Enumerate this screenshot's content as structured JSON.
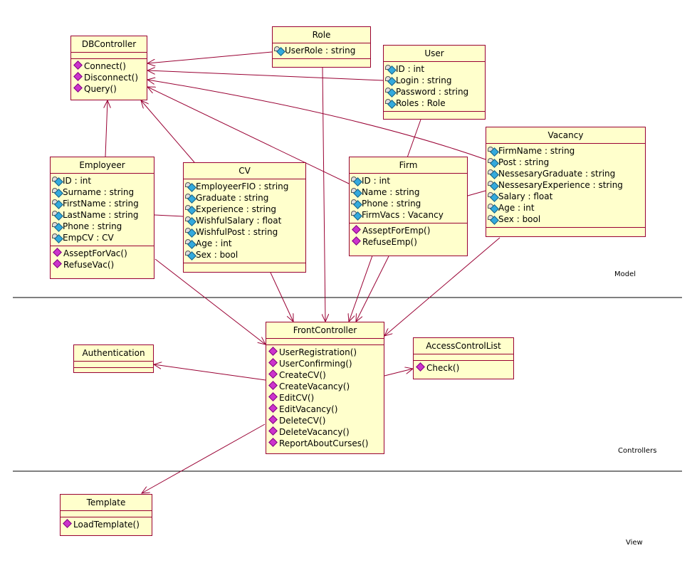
{
  "layers": {
    "model": "Model",
    "controllers": "Controllers",
    "view": "View"
  },
  "classes": {
    "dbcontroller": {
      "name": "DBController",
      "attributes": [],
      "operations": [
        "Connect()",
        "Disconnect()",
        "Query()"
      ]
    },
    "role": {
      "name": "Role",
      "attributes": [
        "UserRole : string"
      ],
      "operations": []
    },
    "user": {
      "name": "User",
      "attributes": [
        "ID : int",
        "Login : string",
        "Password : string",
        "Roles : Role"
      ],
      "operations": []
    },
    "vacancy": {
      "name": "Vacancy",
      "attributes": [
        "FirmName : string",
        "Post : string",
        "NessesaryGraduate : string",
        "NessesaryExperience : string",
        "Salary : float",
        "Age : int",
        "Sex : bool"
      ],
      "operations": []
    },
    "employeer": {
      "name": "Employeer",
      "attributes": [
        "ID : int",
        "Surname : string",
        "FirstName : string",
        "LastName : string",
        "Phone : string",
        "EmpCV : CV"
      ],
      "operations": [
        "AsseptForVac()",
        "RefuseVac()"
      ]
    },
    "cv": {
      "name": "CV",
      "attributes": [
        "EmployeerFIO : string",
        "Graduate : string",
        "Experience : string",
        "WishfulSalary : float",
        "WishfulPost : string",
        "Age : int",
        "Sex : bool"
      ],
      "operations": []
    },
    "firm": {
      "name": "Firm",
      "attributes": [
        "ID : int",
        "Name : string",
        "Phone : string",
        "FirmVacs : Vacancy"
      ],
      "operations": [
        "AsseptForEmp()",
        "RefuseEmp()"
      ]
    },
    "frontcontroller": {
      "name": "FrontController",
      "attributes": [],
      "operations": [
        "UserRegistration()",
        "UserConfirming()",
        "CreateCV()",
        "CreateVacancy()",
        "EditCV()",
        "EditVacancy()",
        "DeleteCV()",
        "DeleteVacancy()",
        "ReportAboutCurses()"
      ]
    },
    "authentication": {
      "name": "Authentication",
      "attributes": [],
      "operations": []
    },
    "accesscontrollist": {
      "name": "AccessControlList",
      "attributes": [],
      "operations": [
        "Check()"
      ]
    },
    "template": {
      "name": "Template",
      "attributes": [],
      "operations": [
        "LoadTemplate()"
      ]
    }
  }
}
